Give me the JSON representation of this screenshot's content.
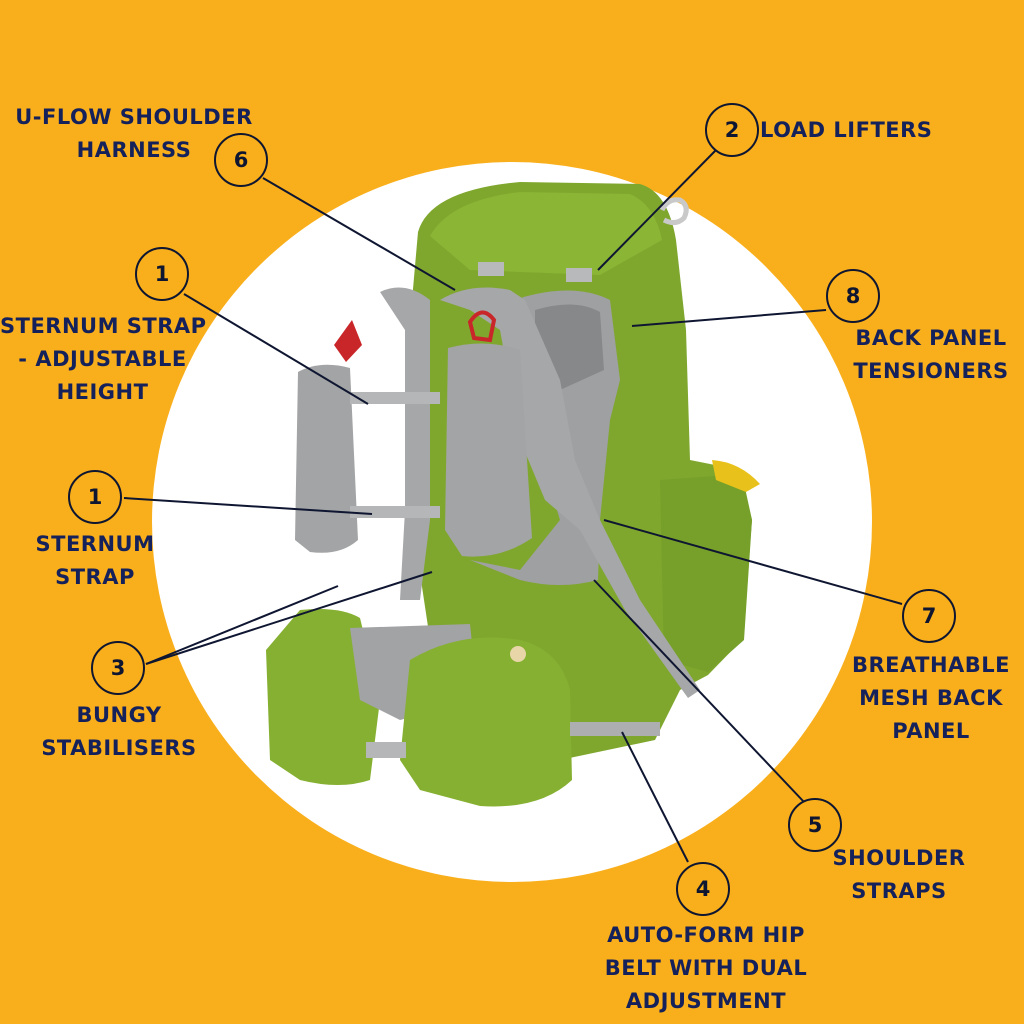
{
  "colors": {
    "background": "#F9AF1B",
    "circle": "#FFFFFF",
    "text": "#15215A",
    "line": "#0F1631",
    "pack_green": "#7FA72E",
    "pack_grey": "#A4A4A4"
  },
  "callouts": [
    {
      "id": "u-flow-shoulder-harness",
      "number": "6",
      "lines": [
        "U-FLOW SHOULDER",
        "HARNESS"
      ]
    },
    {
      "id": "load-lifters",
      "number": "2",
      "lines": [
        "LOAD LIFTERS"
      ]
    },
    {
      "id": "sternum-strap-adjustable",
      "number": "1",
      "lines": [
        "STERNUM STRAP",
        "- ADJUSTABLE",
        "HEIGHT"
      ]
    },
    {
      "id": "back-panel-tensioners",
      "number": "8",
      "lines": [
        "BACK PANEL",
        "TENSIONERS"
      ]
    },
    {
      "id": "sternum-strap",
      "number": "1",
      "lines": [
        "STERNUM",
        "STRAP"
      ]
    },
    {
      "id": "bungy-stabilisers",
      "number": "3",
      "lines": [
        "BUNGY",
        "STABILISERS"
      ]
    },
    {
      "id": "breathable-mesh-back-panel",
      "number": "7",
      "lines": [
        "BREATHABLE",
        "MESH BACK",
        "PANEL"
      ]
    },
    {
      "id": "shoulder-straps",
      "number": "5",
      "lines": [
        "SHOULDER",
        "STRAPS"
      ]
    },
    {
      "id": "auto-form-hip-belt",
      "number": "4",
      "lines": [
        "AUTO-FORM HIP",
        "BELT WITH DUAL",
        "ADJUSTMENT"
      ]
    }
  ]
}
